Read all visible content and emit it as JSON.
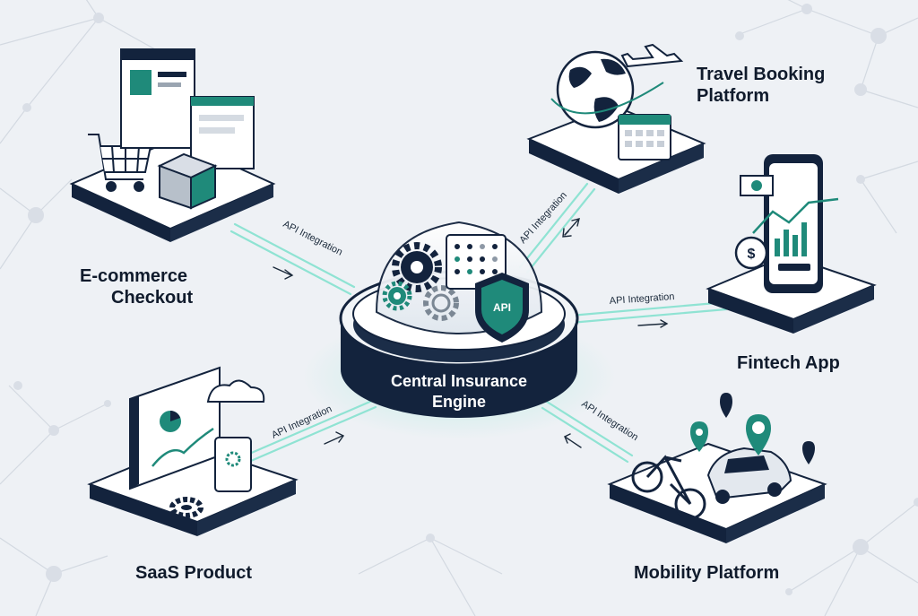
{
  "center": {
    "line1": "Central Insurance",
    "line2": "Engine",
    "shield_text": "API"
  },
  "connection_label": "API Integration",
  "nodes": {
    "ecommerce": {
      "line1": "E-commerce",
      "line2": "Checkout",
      "icon": "shopping-cart-icon"
    },
    "travel": {
      "line1": "Travel Booking",
      "line2": "Platform",
      "icon": "globe-airplane-icon"
    },
    "fintech": {
      "line1": "Fintech App",
      "icon": "phone-chart-icon"
    },
    "saas": {
      "line1": "SaaS Product",
      "icon": "cloud-dashboard-icon"
    },
    "mobility": {
      "line1": "Mobility Platform",
      "icon": "bike-car-icon"
    }
  },
  "colors": {
    "accent": "#1f8a7a",
    "navy": "#13233d",
    "glow": "#8fe3d3",
    "background": "#eef1f5"
  }
}
